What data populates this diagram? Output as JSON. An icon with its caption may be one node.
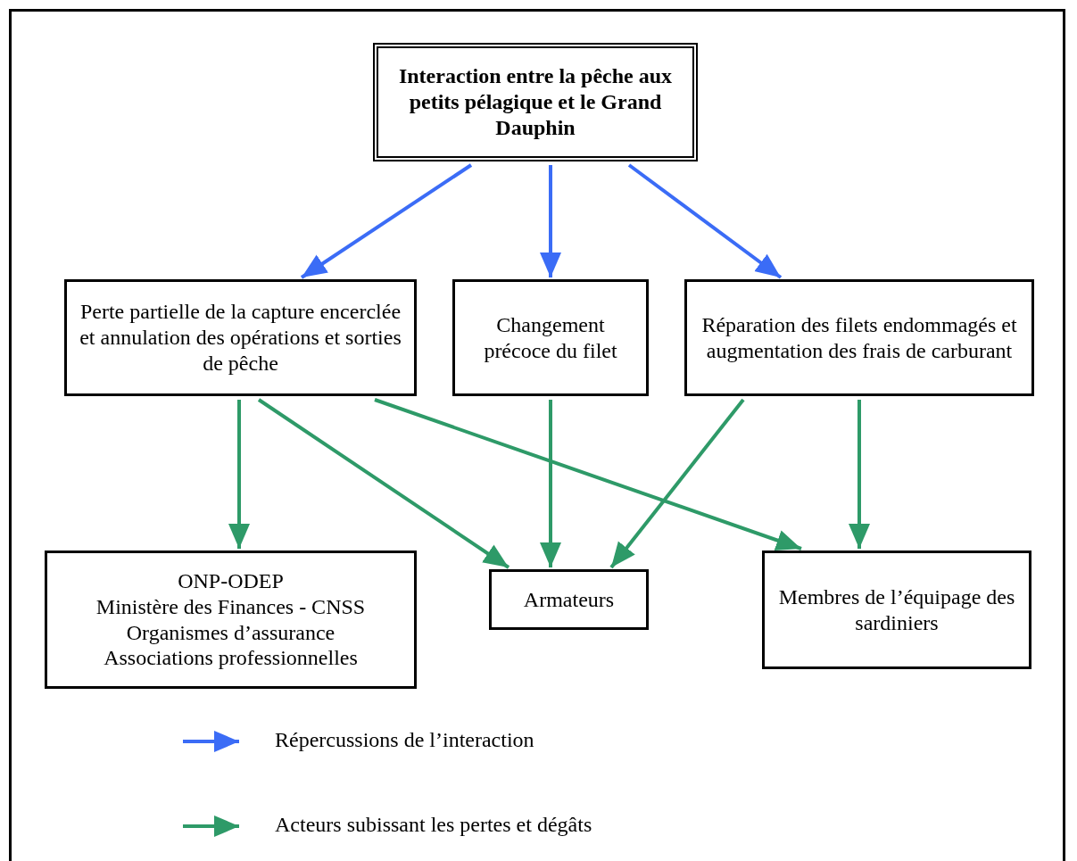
{
  "diagram": {
    "nodes": [
      {
        "text": [
          "Interaction entre la pêche aux petits pélagique et le Grand Dauphin"
        ]
      },
      {
        "text": [
          "Perte partielle de la capture encerclée et annulation des opérations et sorties de pêche"
        ]
      },
      {
        "text": [
          "Changement précoce du filet"
        ]
      },
      {
        "text": [
          "Réparation des filets endommagés et augmentation des frais de carburant"
        ]
      },
      {
        "text": [
          "ONP-ODEP",
          "Ministère des Finances - CNSS",
          "Organismes d’assurance",
          "Associations professionnelles"
        ]
      },
      {
        "text": [
          "Armateurs"
        ]
      },
      {
        "text": [
          "Membres de l’équipage des sardiniers"
        ]
      }
    ],
    "edges": [
      {
        "from": 0,
        "to": 1,
        "arrow": "to",
        "color": "#3b6cf6"
      },
      {
        "from": 0,
        "to": 2,
        "arrow": "to",
        "color": "#3b6cf6"
      },
      {
        "from": 0,
        "to": 3,
        "arrow": "to",
        "color": "#3b6cf6"
      },
      {
        "from": 1,
        "to": 4,
        "arrow": "to"
      },
      {
        "from": 1,
        "to": 5,
        "arrow": "to"
      },
      {
        "from": 1,
        "to": 6,
        "arrow": "to"
      },
      {
        "from": 2,
        "to": 5,
        "arrow": "to"
      },
      {
        "from": 3,
        "to": 5,
        "arrow": "to"
      },
      {
        "from": 3,
        "to": 6,
        "arrow": "to"
      }
    ],
    "legend": [
      {
        "text": "Répercussions de l’interaction"
      },
      {
        "text": "Acteurs subissant les pertes et dégâts"
      }
    ]
  }
}
